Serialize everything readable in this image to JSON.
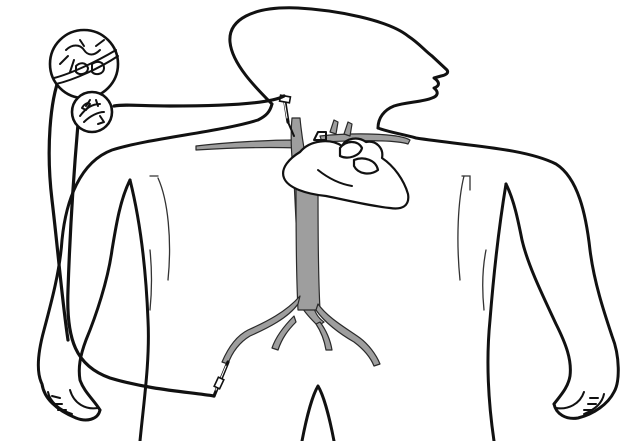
{
  "figure": {
    "elements": [
      "body-outline",
      "head",
      "arms",
      "heart",
      "aorta",
      "subclavian-vessels",
      "iliac-vessels",
      "neck-cannula",
      "femoral-cannula",
      "external-circuit-tubing",
      "oxygenator-magnifier-icon",
      "pump-icon"
    ],
    "colors": {
      "outline": "#111111",
      "vessel": "#9e9e9e",
      "background": "#ffffff"
    }
  }
}
